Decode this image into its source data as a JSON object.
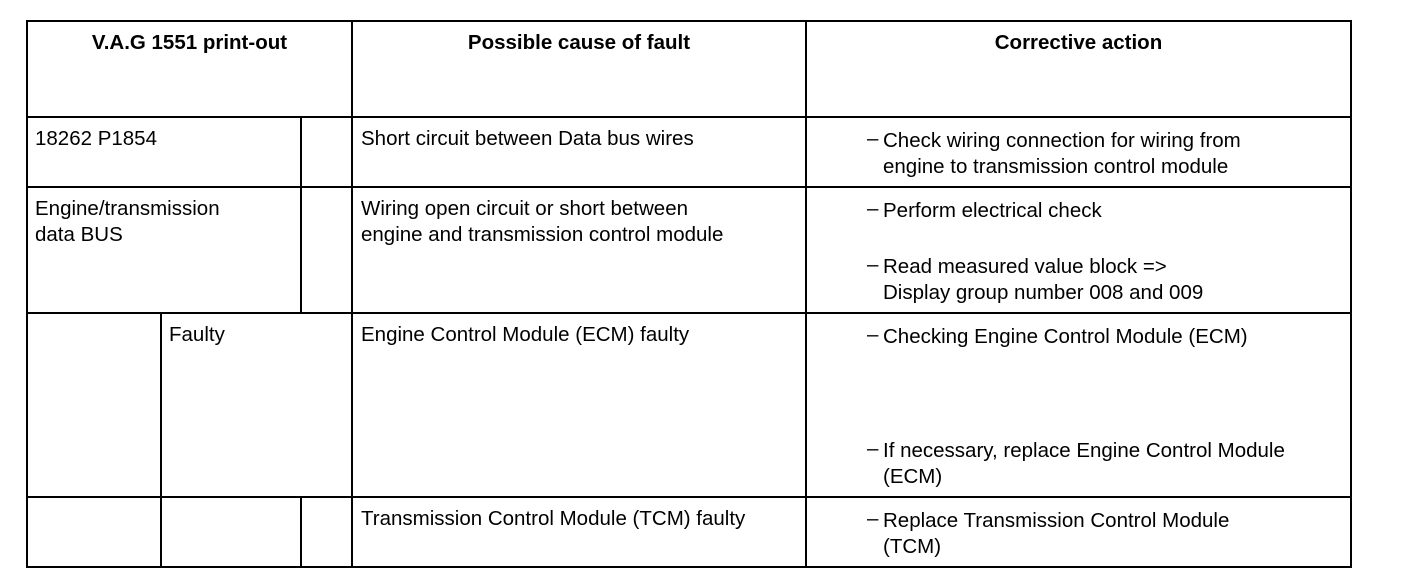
{
  "headers": {
    "printout": "V.A.G 1551 print-out",
    "cause": "Possible cause of fault",
    "action": "Corrective action"
  },
  "rows": [
    {
      "code": "18262 P1854",
      "cause": "Short circuit between Data bus wires",
      "actions": [
        [
          "Check wiring connection for wiring from",
          "engine to transmission control module"
        ]
      ]
    },
    {
      "code": [
        "Engine/transmission",
        "data BUS"
      ],
      "cause": [
        "Wiring open circuit or short between",
        "engine and transmission control module"
      ],
      "actions": [
        [
          "Perform electrical check"
        ],
        [
          "Read measured value block =>",
          "Display group number 008 and 009"
        ]
      ]
    },
    {
      "status": "Faulty",
      "cause": "Engine Control Module (ECM) faulty",
      "actions": [
        [
          "Checking Engine Control Module (ECM)"
        ],
        [
          "If necessary, replace Engine Control Module",
          "(ECM)"
        ]
      ]
    },
    {
      "cause": "Transmission Control Module (TCM) faulty",
      "actions": [
        [
          "Replace Transmission Control Module",
          "(TCM)"
        ]
      ]
    }
  ],
  "dash_glyph": "–"
}
